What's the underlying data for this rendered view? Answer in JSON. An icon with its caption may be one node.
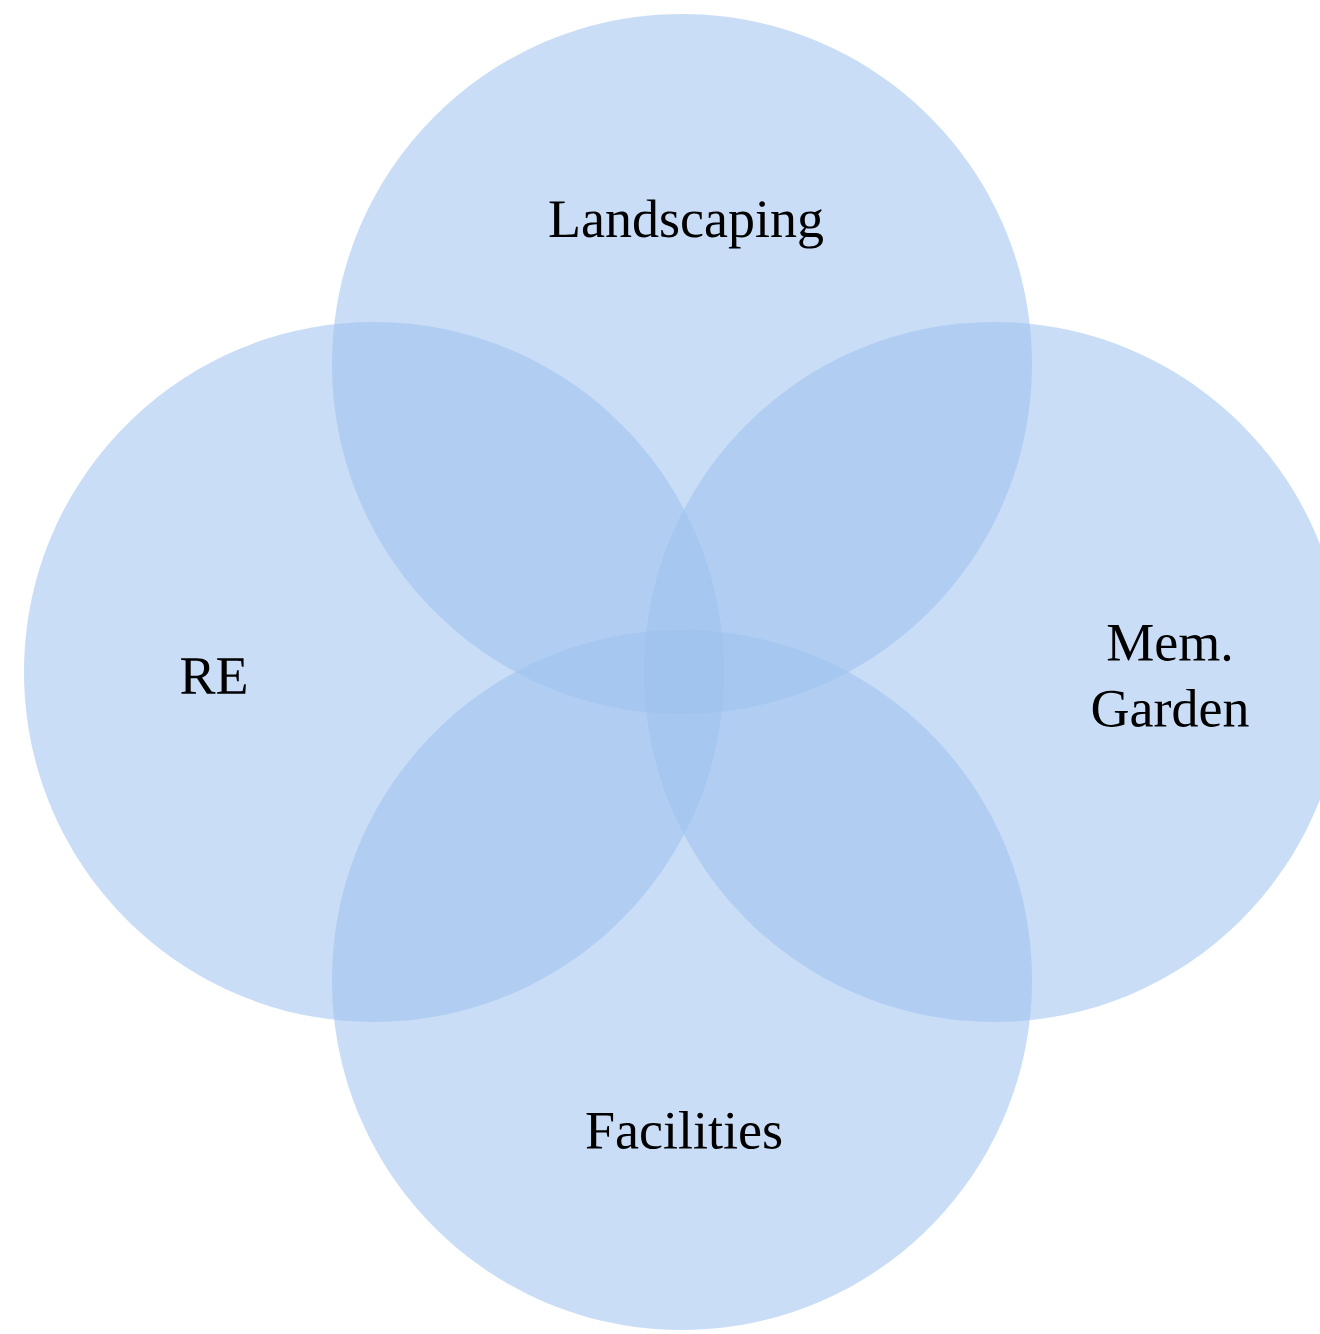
{
  "diagram": {
    "nodes": [
      {
        "text": [
          "Landscaping"
        ]
      },
      {
        "text": [
          "RE"
        ]
      },
      {
        "text": [
          "Mem. Garden"
        ]
      },
      {
        "text": [
          "Facilities"
        ]
      }
    ]
  }
}
